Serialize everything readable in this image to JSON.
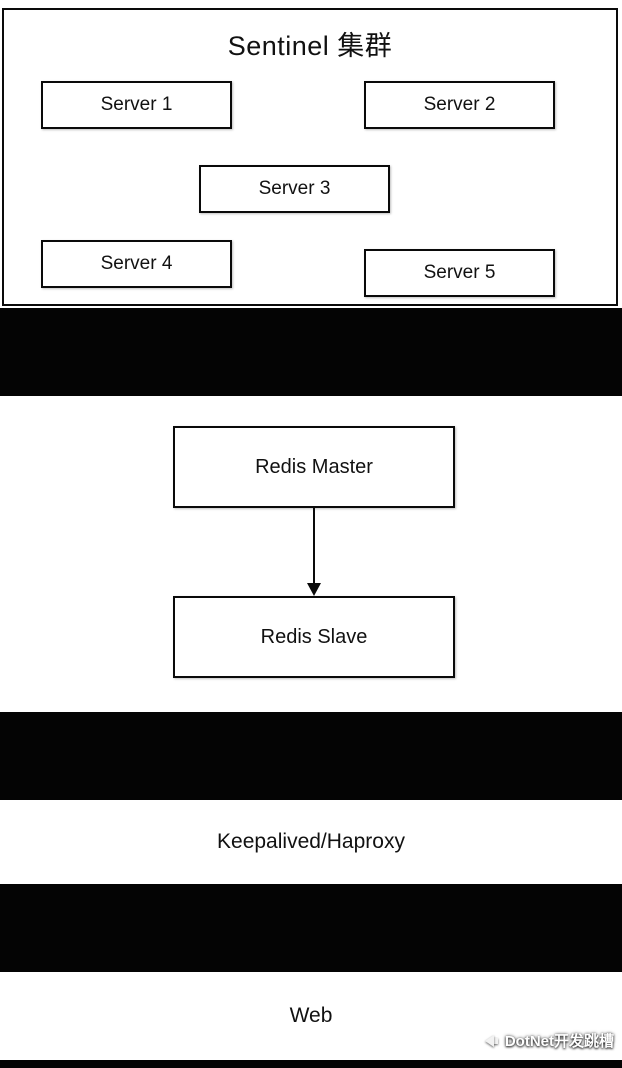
{
  "diagram": {
    "sentinel": {
      "title": "Sentinel 集群",
      "servers": [
        "Server 1",
        "Server 2",
        "Server 3",
        "Server 4",
        "Server 5"
      ]
    },
    "redis": {
      "master_label": "Redis Master",
      "slave_label": "Redis Slave"
    },
    "lb_label": "Keepalived/Haproxy",
    "web_label": "Web",
    "watermark_text": "DotNet开发跳槽"
  },
  "colors": {
    "band": "#040404",
    "border": "#0a0a0a",
    "background": "#ffffff",
    "text": "#111111"
  }
}
